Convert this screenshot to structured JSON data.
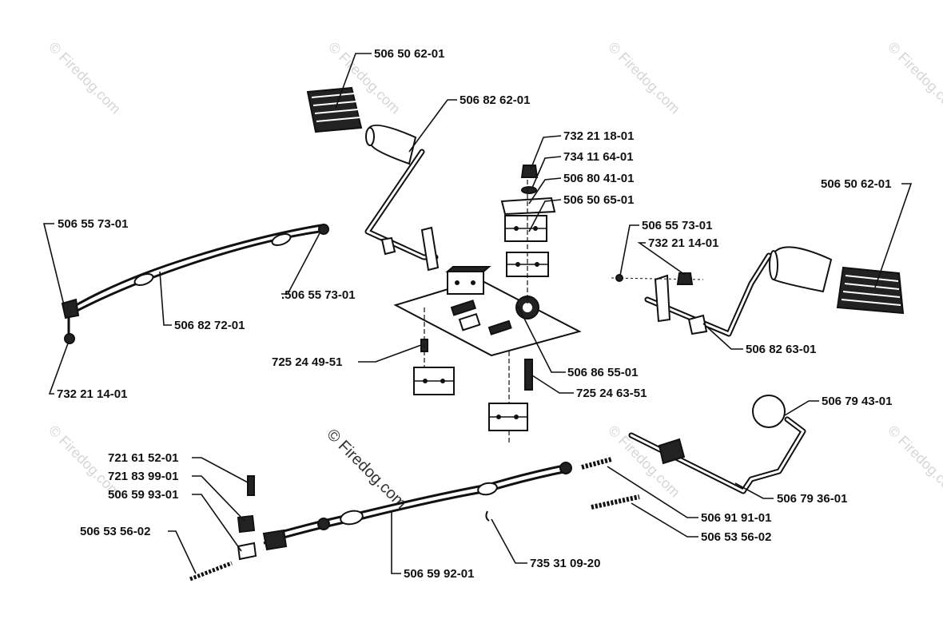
{
  "watermark": {
    "text": "© Firedog.com"
  },
  "labels": [
    {
      "id": "l1",
      "text": "506 50 62-01"
    },
    {
      "id": "l2",
      "text": "506 82 62-01"
    },
    {
      "id": "l3",
      "text": "732 21 18-01"
    },
    {
      "id": "l4",
      "text": "734 11 64-01"
    },
    {
      "id": "l5",
      "text": "506 80 41-01"
    },
    {
      "id": "l6",
      "text": "506 50 65-01"
    },
    {
      "id": "l7",
      "text": "506 50 62-01"
    },
    {
      "id": "l8",
      "text": "506 55 73-01"
    },
    {
      "id": "l9",
      "text": "732 21 14-01"
    },
    {
      "id": "l10",
      "text": "506 55 73-01"
    },
    {
      "id": "l11",
      "text": ".506 55 73-01"
    },
    {
      "id": "l12",
      "text": "506 82 72-01"
    },
    {
      "id": "l13",
      "text": "732 21 14-01"
    },
    {
      "id": "l14",
      "text": "725 24 49-51"
    },
    {
      "id": "l15",
      "text": "506 86 55-01"
    },
    {
      "id": "l16",
      "text": "725 24 63-51"
    },
    {
      "id": "l17",
      "text": "506 82 63-01"
    },
    {
      "id": "l18",
      "text": "506 79 43-01"
    },
    {
      "id": "l19",
      "text": "721 61 52-01"
    },
    {
      "id": "l20",
      "text": "721 83 99-01"
    },
    {
      "id": "l21",
      "text": "506 59 93-01"
    },
    {
      "id": "l22",
      "text": "506 53 56-02"
    },
    {
      "id": "l23",
      "text": "506 79 36-01"
    },
    {
      "id": "l24",
      "text": "506 91 91-01"
    },
    {
      "id": "l25",
      "text": "506 53 56-02"
    },
    {
      "id": "l26",
      "text": "735 31 09-20"
    },
    {
      "id": "l27",
      "text": "506 59 92-01"
    }
  ]
}
